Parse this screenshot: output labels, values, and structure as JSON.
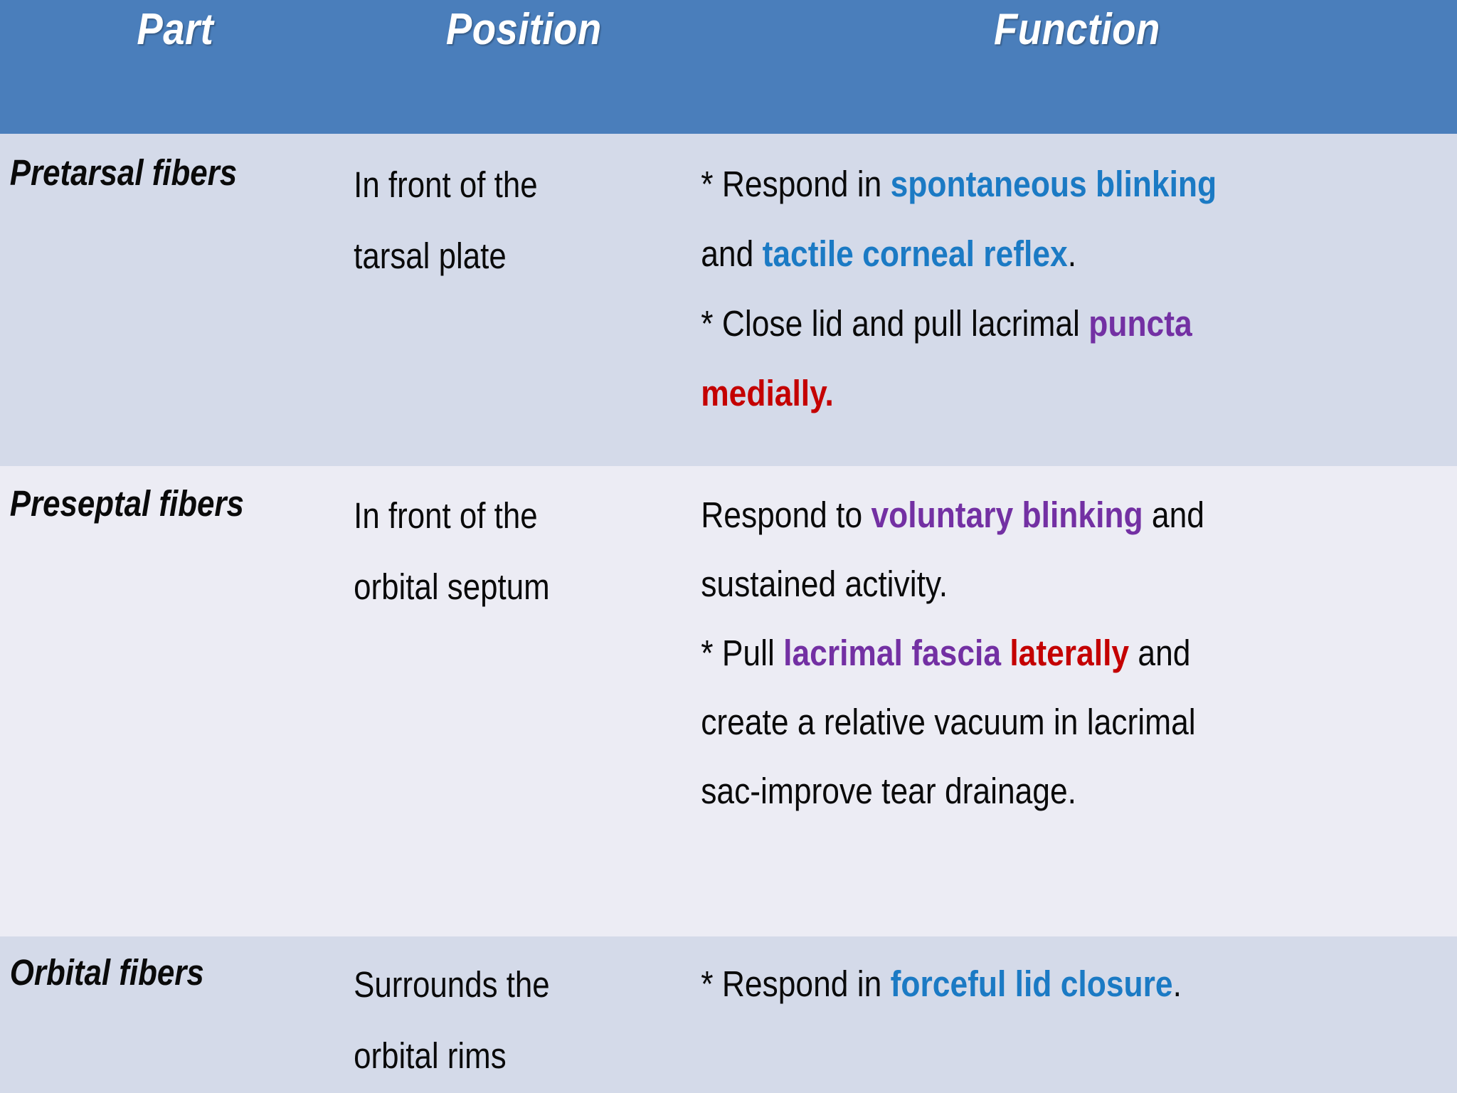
{
  "table": {
    "header": {
      "part": "Part",
      "position": "Position",
      "function": "Function"
    },
    "colors": {
      "header_background": "#4a7ebb",
      "header_text": "#ffffff",
      "row_odd_background": "#d4dae9",
      "row_even_background": "#ececf4",
      "body_text": "#0a0a0a",
      "accent_blue": "#1b7ac4",
      "accent_purple": "#7330a3",
      "accent_red": "#c40000"
    },
    "rows": [
      {
        "part": "Pretarsal fibers",
        "position_lines": [
          "In front of the",
          "tarsal plate"
        ],
        "function_lines": [
          [
            {
              "t": "* Respond in ",
              "s": "plain"
            },
            {
              "t": "spontaneous blinking",
              "s": "blue"
            }
          ],
          [
            {
              "t": "and ",
              "s": "plain"
            },
            {
              "t": "tactile corneal reflex",
              "s": "blue"
            },
            {
              "t": ".",
              "s": "plain"
            }
          ],
          [
            {
              "t": "* Close lid and pull lacrimal ",
              "s": "plain"
            },
            {
              "t": "puncta",
              "s": "purple"
            }
          ],
          [
            {
              "t": "medially.",
              "s": "red"
            }
          ]
        ]
      },
      {
        "part": "Preseptal fibers",
        "position_lines": [
          "In front of the",
          "orbital septum"
        ],
        "function_lines": [
          [
            {
              "t": "Respond to ",
              "s": "plain"
            },
            {
              "t": "voluntary blinking",
              "s": "purple"
            },
            {
              "t": " and",
              "s": "plain"
            }
          ],
          [
            {
              "t": "sustained activity.",
              "s": "plain"
            }
          ],
          [
            {
              "t": "* Pull ",
              "s": "plain"
            },
            {
              "t": "lacrimal fascia",
              "s": "purple"
            },
            {
              "t": " ",
              "s": "plain"
            },
            {
              "t": "laterally",
              "s": "red"
            },
            {
              "t": " and",
              "s": "plain"
            }
          ],
          [
            {
              "t": "create a relative vacuum in lacrimal",
              "s": "plain"
            }
          ],
          [
            {
              "t": "sac-improve tear drainage.",
              "s": "plain"
            }
          ]
        ]
      },
      {
        "part": "Orbital fibers",
        "position_lines": [
          "Surrounds the",
          "orbital rims"
        ],
        "function_lines": [
          [
            {
              "t": "* Respond in ",
              "s": "plain"
            },
            {
              "t": "forceful lid closure",
              "s": "blue"
            },
            {
              "t": ".",
              "s": "plain"
            }
          ]
        ]
      }
    ]
  }
}
